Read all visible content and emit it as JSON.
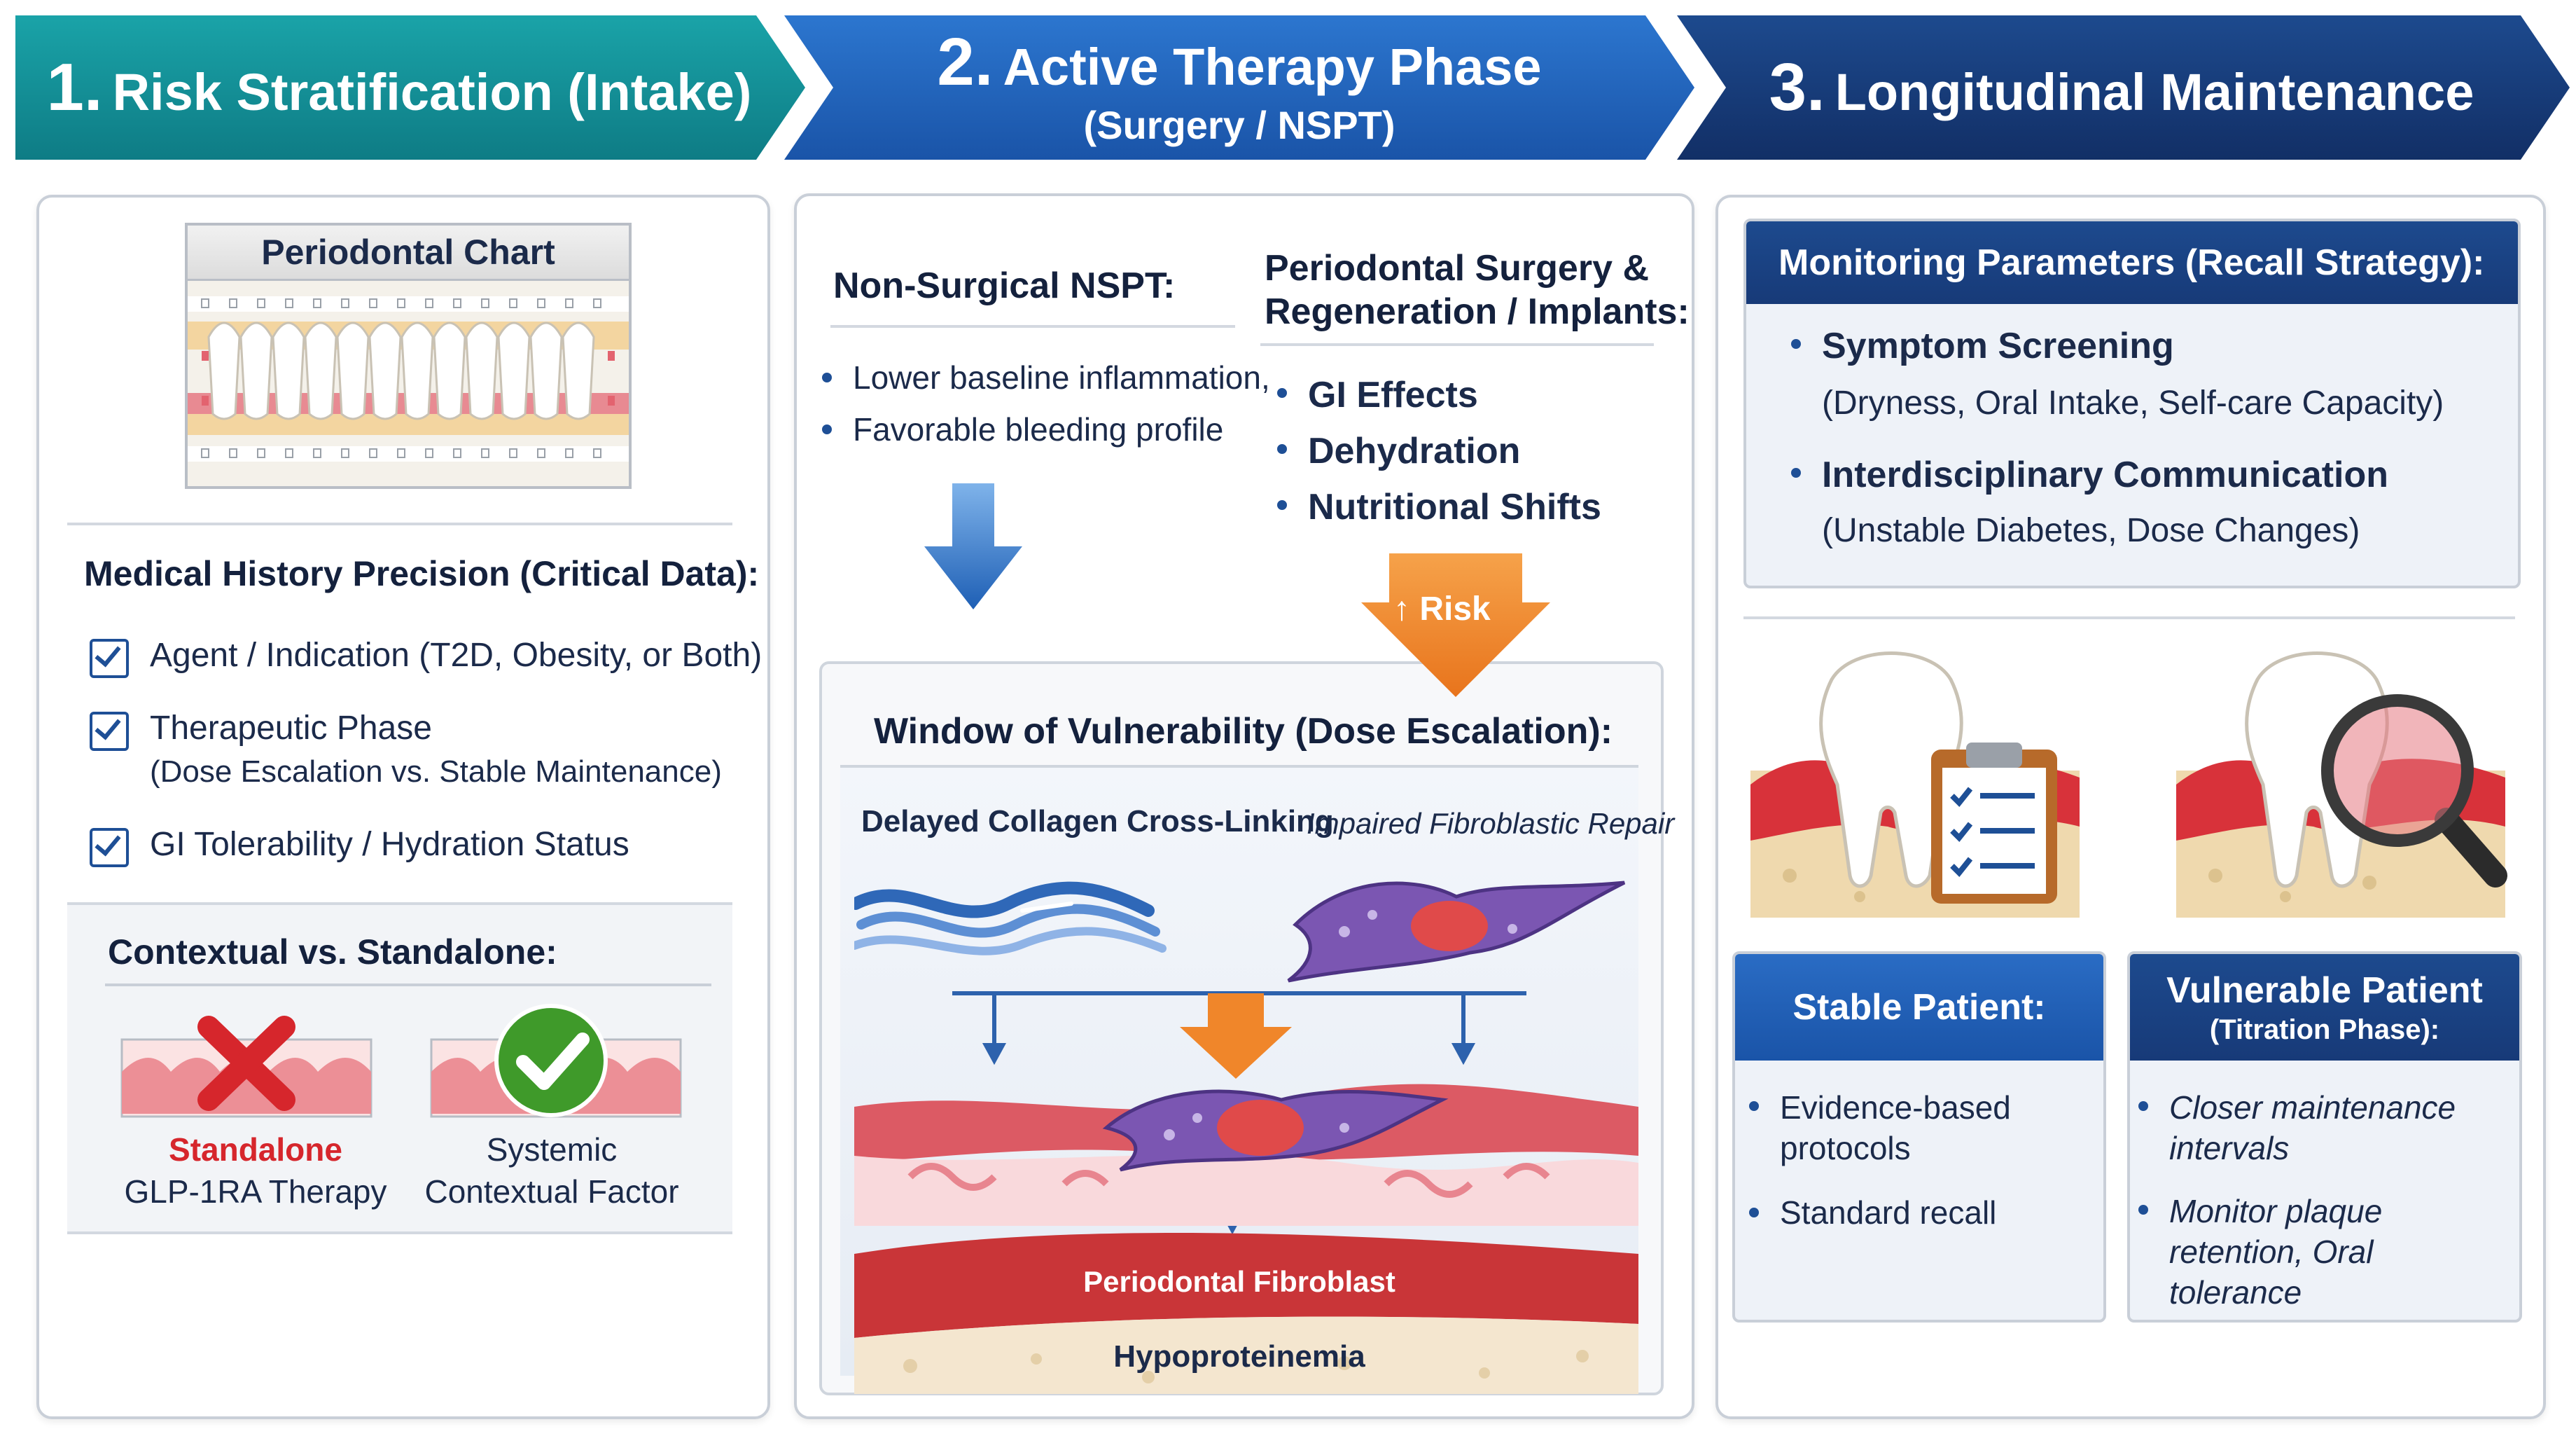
{
  "steps": [
    {
      "num": "1.",
      "title": "Risk Stratification (Intake)",
      "subtitle": ""
    },
    {
      "num": "2.",
      "title": "Active Therapy Phase",
      "subtitle": "(Surgery / NSPT)"
    },
    {
      "num": "3.",
      "title": "Longitudinal Maintenance",
      "subtitle": ""
    }
  ],
  "panel1": {
    "chart_title": "Periodontal Chart",
    "history_heading": "Medical History Precision (Critical Data):",
    "checklist": [
      {
        "line1": "Agent / Indication (T2D, Obesity, or Both)",
        "line2": ""
      },
      {
        "line1": "Therapeutic Phase",
        "line2": "(Dose Escalation  vs.  Stable Maintenance)"
      },
      {
        "line1": "GI Tolerability / Hydration Status",
        "line2": ""
      }
    ],
    "contextual_heading": "Contextual vs. Standalone:",
    "standalone": {
      "line1": "Standalone",
      "line2": "GLP-1RA Therapy"
    },
    "systemic": {
      "line1": "Systemic",
      "line2": "Contextual Factor"
    }
  },
  "panel2": {
    "nspt_heading": "Non-Surgical NSPT:",
    "nspt_bullets": [
      "Lower baseline inflammation,",
      "Favorable bleeding profile"
    ],
    "surgery_heading_1": "Periodontal Surgery &",
    "surgery_heading_2": "Regeneration / Implants:",
    "surgery_bullets": [
      "GI Effects",
      "Dehydration",
      "Nutritional Shifts"
    ],
    "risk_label": "Risk",
    "window_heading": "Window of Vulnerability (Dose Escalation):",
    "collagen_label": "Delayed Collagen Cross-Linking",
    "fibro_repair_label": "Impaired Fibroblastic Repair",
    "fibroblast_label": "Periodontal Fibroblast",
    "hypo_label": "Hypoproteinemia"
  },
  "panel3": {
    "monitor_heading": "Monitoring Parameters (Recall Strategy):",
    "monitor_items": [
      {
        "title": "Symptom Screening",
        "detail": "(Dryness, Oral Intake,   Self-care Capacity)"
      },
      {
        "title": "Interdisciplinary Communication",
        "detail": "(Unstable Diabetes, Dose Changes)"
      }
    ],
    "stable": {
      "title": "Stable Patient:",
      "subtitle": "",
      "bullets": [
        "Evidence-based protocols",
        "Standard recall"
      ]
    },
    "vulnerable": {
      "title": "Vulnerable Patient",
      "subtitle": "(Titration Phase):",
      "bullets": [
        "Closer maintenance intervals",
        "Monitor plaque retention, Oral tolerance"
      ]
    }
  },
  "colors": {
    "step1": "#138f96",
    "step2": "#1f5fb8",
    "step3": "#173a78",
    "accent_orange": "#f0862a",
    "alert_red": "#d6262c",
    "ok_green": "#3f9a2a"
  }
}
